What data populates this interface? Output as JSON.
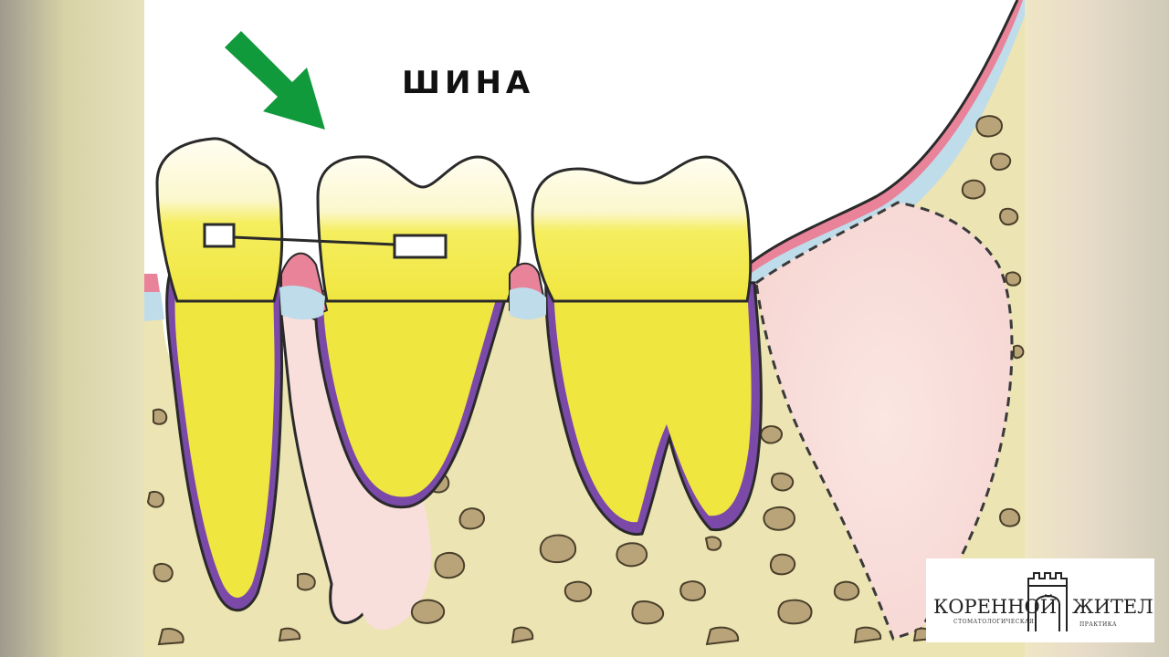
{
  "diagram": {
    "label": "ШИНА"
  },
  "logo": {
    "word_left": "КОРЕННОЙ",
    "word_right": "ЖИТЕЛЬ",
    "sub_left": "СТОМАТОЛОГИЧЕСКАЯ",
    "sub_right": "ПРАКТИКА"
  },
  "colors": {
    "bone": "#ece4b2",
    "bone_pore": "#b9a47a",
    "tooth_yellow": "#f4ec56",
    "crown_white": "#fdfbe6",
    "ligament_purple": "#7b4aa8",
    "gum_pink": "#e8839a",
    "gum_blue": "#bfdcea",
    "lesion_pink": "#f9dfdc",
    "arrow_green": "#119a3c",
    "outline": "#2a2a2a"
  },
  "icons": {
    "arrow": "arrow-down-right-icon",
    "logo": "castle-gate-icon"
  }
}
